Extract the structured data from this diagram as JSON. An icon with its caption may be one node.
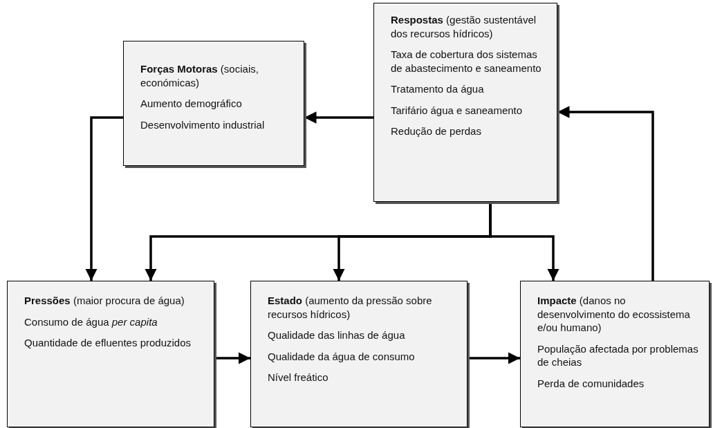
{
  "diagram": {
    "nodes": [
      {
        "text": [
          "**Forças Motoras** (sociais, económicas)",
          "Aumento demográfico",
          "Desenvolvimento industrial"
        ]
      },
      {
        "text": [
          "**Respostas** (gestão sustentável dos recursos hídricos)",
          "Taxa de cobertura dos sistemas de abastecimento e saneamento",
          "Tratamento da água",
          "Tarifário água e saneamento",
          "Redução de perdas"
        ]
      },
      {
        "text": [
          "**Pressões** (maior procura de água)",
          "Consumo de água *per capita*",
          "Quantidade de efluentes produzidos"
        ]
      },
      {
        "text": [
          "**Estado** (aumento da pressão sobre recursos hídricos)",
          "Qualidade das linhas de água",
          "Qualidade da água de consumo",
          "Nível freático"
        ]
      },
      {
        "text": [
          "**Impacte** (danos no desenvolvimento do ecossistema e/ou humano)",
          "População afectada por problemas de cheias",
          "Perda de comunidades"
        ]
      }
    ],
    "edges": [
      {
        "from": 1,
        "to": 0,
        "arrow": "to"
      },
      {
        "from": 0,
        "to": 2,
        "arrow": "to"
      },
      {
        "from": 1,
        "to": 2,
        "arrow": "to"
      },
      {
        "from": 1,
        "to": 3,
        "arrow": "to"
      },
      {
        "from": 1,
        "to": 4,
        "arrow": "to"
      },
      {
        "from": 2,
        "to": 3,
        "arrow": "to"
      },
      {
        "from": 3,
        "to": 4,
        "arrow": "to"
      },
      {
        "from": 4,
        "to": 1,
        "arrow": "to"
      }
    ]
  }
}
